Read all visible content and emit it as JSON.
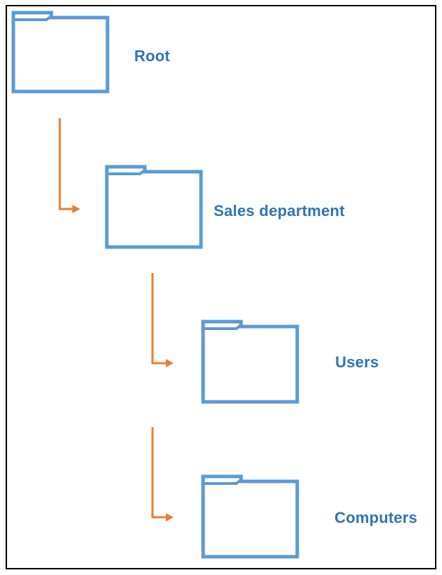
{
  "colors": {
    "folder": "#5b9bd5",
    "label": "#2e75b6",
    "connector": "#ed7d31",
    "frame": "#000000",
    "background": "#ffffff"
  },
  "tree": {
    "root": {
      "label": "Root",
      "icon": "folder-icon"
    },
    "sales_department": {
      "label": "Sales department",
      "icon": "folder-icon"
    },
    "users": {
      "label": "Users",
      "icon": "folder-icon"
    },
    "computers": {
      "label": "Computers",
      "icon": "folder-icon"
    }
  }
}
